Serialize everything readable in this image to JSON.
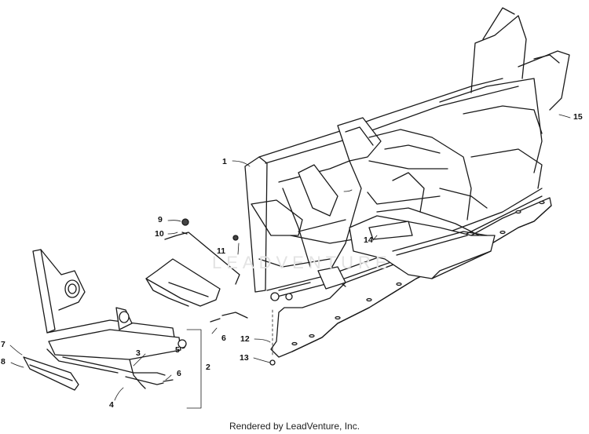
{
  "diagram": {
    "callouts": [
      {
        "id": "c1",
        "label": "1"
      },
      {
        "id": "c2",
        "label": "2"
      },
      {
        "id": "c3",
        "label": "3"
      },
      {
        "id": "c4",
        "label": "4"
      },
      {
        "id": "c5",
        "label": "5"
      },
      {
        "id": "c6a",
        "label": "6"
      },
      {
        "id": "c6b",
        "label": "6"
      },
      {
        "id": "c7",
        "label": "7"
      },
      {
        "id": "c8",
        "label": "8"
      },
      {
        "id": "c9",
        "label": "9"
      },
      {
        "id": "c10",
        "label": "10"
      },
      {
        "id": "c11",
        "label": "11"
      },
      {
        "id": "c12",
        "label": "12"
      },
      {
        "id": "c13",
        "label": "13"
      },
      {
        "id": "c14",
        "label": "14"
      },
      {
        "id": "c15",
        "label": "15"
      }
    ],
    "watermark": "LEADVENTURE",
    "footer": "Rendered by LeadVenture, Inc."
  }
}
